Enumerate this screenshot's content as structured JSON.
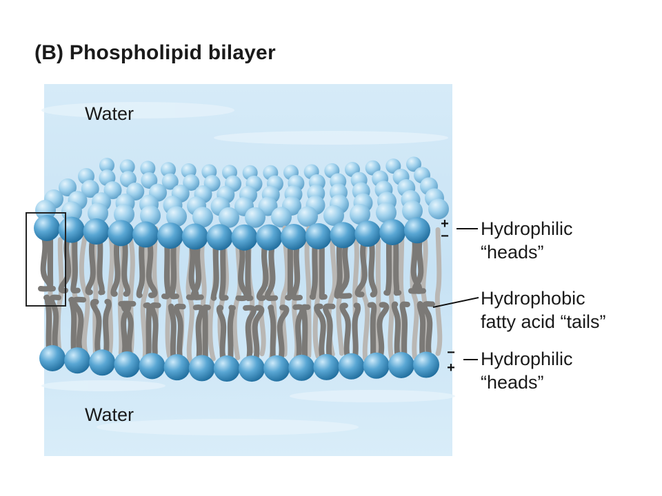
{
  "figure": {
    "title": "(B)  Phospholipid bilayer",
    "water_top": "Water",
    "water_bottom": "Water",
    "labels": {
      "heads_top": [
        "Hydrophilic",
        "“heads”"
      ],
      "tails": [
        "Hydrophobic",
        "fatty acid “tails”"
      ],
      "heads_bottom": [
        "Hydrophilic",
        "“heads”"
      ]
    },
    "charges": {
      "top_head": [
        "+",
        "−"
      ],
      "bottom_head": [
        "−",
        "+"
      ]
    }
  },
  "colors": {
    "water": "#cfe6f5",
    "head": "#3f8fc0",
    "head_light": "#bfe0f4",
    "tail": "#7d7b78",
    "tail_back": "#b3b1ae",
    "outline": "#3a3a3a"
  },
  "icons": [
    "phospholipid-head-icon",
    "fatty-acid-tail-icon"
  ]
}
